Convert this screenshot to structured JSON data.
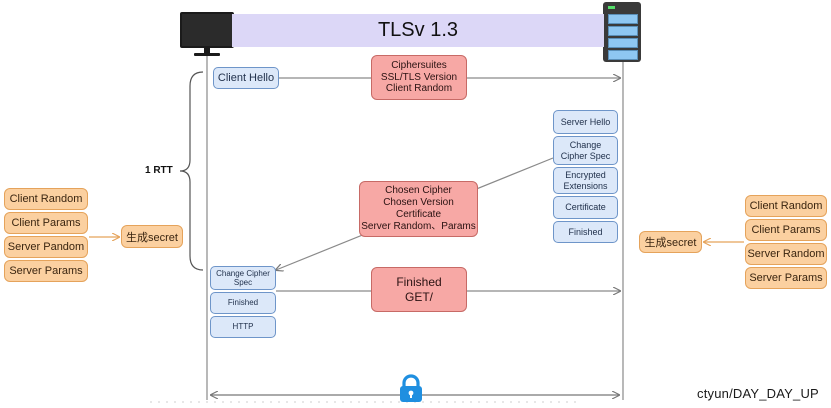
{
  "title": "TLSv 1.3",
  "rtt_label": "1 RTT",
  "client_messages": {
    "client_hello": "Client Hello",
    "change_cipher_spec": "Change Cipher Spec",
    "finished": "Finished",
    "http": "HTTP"
  },
  "client_hello_payload": "Ciphersuites\nSSL/TLS Version\nClient Random",
  "server_messages": [
    "Server Hello",
    "Change Cipher Spec",
    "Encrypted Extensions",
    "Certificate",
    "Finished"
  ],
  "server_payload": "Chosen Cipher\nChosen Version\nCertificate\nServer Random、Params",
  "client_finished_payload": "Finished\nGET/",
  "client_inputs": [
    "Client Random",
    "Client Params",
    "Server Pandom",
    "Server Params"
  ],
  "server_inputs": [
    "Client Random",
    "Client Params",
    "Server Random",
    "Server Params"
  ],
  "generate_secret_label": "生成secret",
  "watermark": "ctyun/DAY_DAY_UP",
  "colors": {
    "banner": "#dcd7f7",
    "message_box": "#dce8f9",
    "payload_box": "#f7a8a5",
    "param_box": "#fbd0a0",
    "lock": "#1f8fe0"
  }
}
